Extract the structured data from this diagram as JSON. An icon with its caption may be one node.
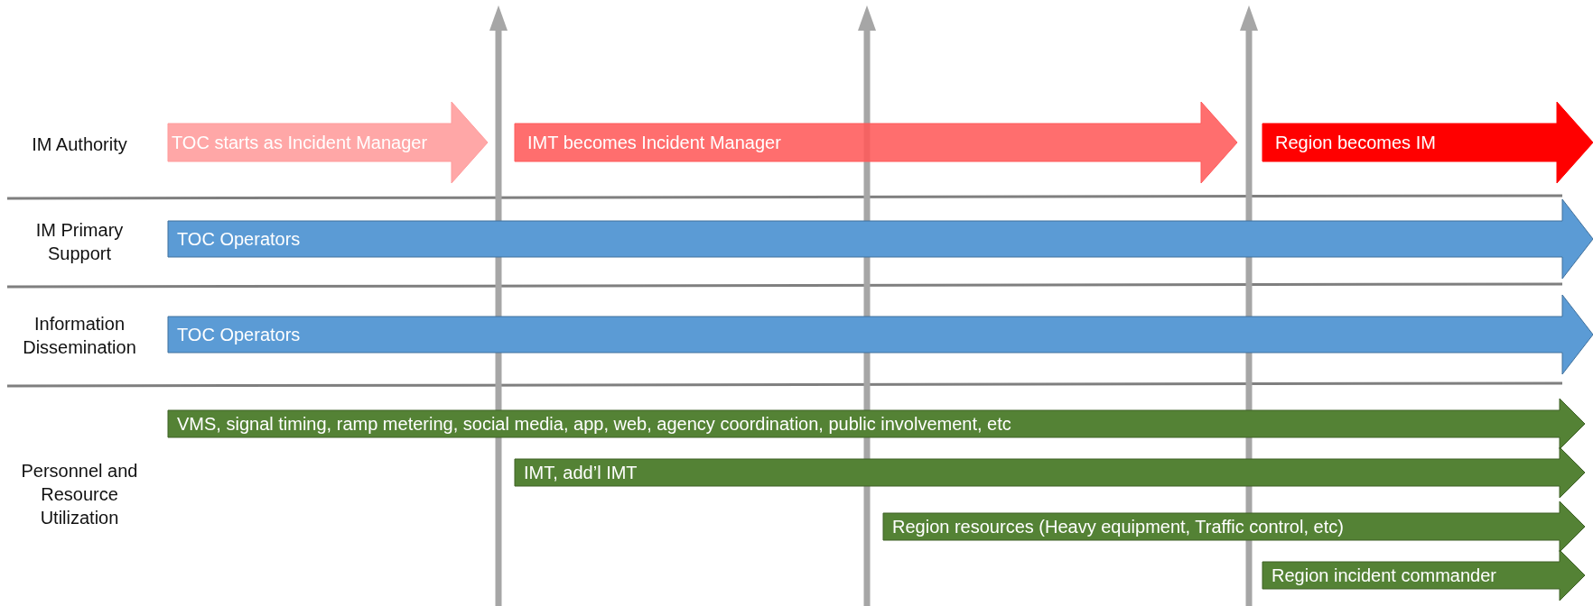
{
  "diagram": {
    "nodes": [
      {
        "text": [
          "TOC starts as Incident Manager"
        ]
      },
      {
        "text": [
          "IMT becomes Incident Manager"
        ]
      },
      {
        "text": [
          "Region becomes IM"
        ]
      },
      {
        "text": [
          "TOC Operators"
        ]
      },
      {
        "text": [
          "TOC Operators"
        ]
      },
      {
        "text": [
          "VMS, signal timing, ramp metering, social media, app, web, agency coordination, public involvement, etc"
        ]
      },
      {
        "text": [
          "IMT, add’l IMT"
        ]
      },
      {
        "text": [
          "Region resources (Heavy equipment, Traffic control, etc)"
        ]
      },
      {
        "text": [
          "Region incident commander"
        ]
      }
    ],
    "labels": [
      "IM Authority",
      "IM Primary Support",
      "Information Dissemination",
      "Personnel and Resource Utilization"
    ]
  }
}
